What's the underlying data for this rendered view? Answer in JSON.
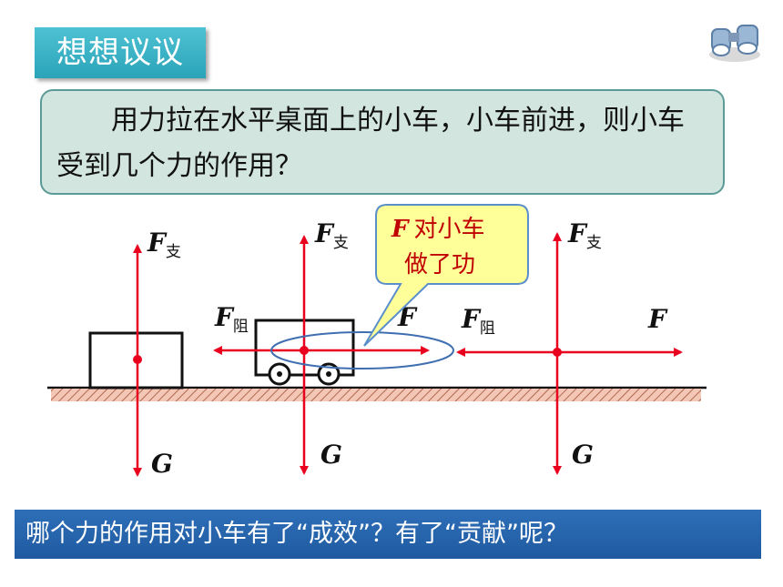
{
  "slide": {
    "title": "想想议议",
    "question": "用力拉在水平桌面上的小车，小车前进，则小车受到几个力的作用？",
    "bottom_question": "哪个力的作用对小车有了“成效”？有了“贡献”呢？"
  },
  "diagram": {
    "force_main": "F",
    "sub_support": "支",
    "sub_resist": "阻",
    "gravity": "G",
    "callout_F": "F",
    "callout_line1": "对小车",
    "callout_line2": "做了功"
  },
  "colors": {
    "force_arrow": "#e8001e",
    "title_tab": "#2aa3b8",
    "question_box": "#d2e5df",
    "callout_bg": "#ffff99",
    "bottom_bar": "#1f5aa0"
  }
}
